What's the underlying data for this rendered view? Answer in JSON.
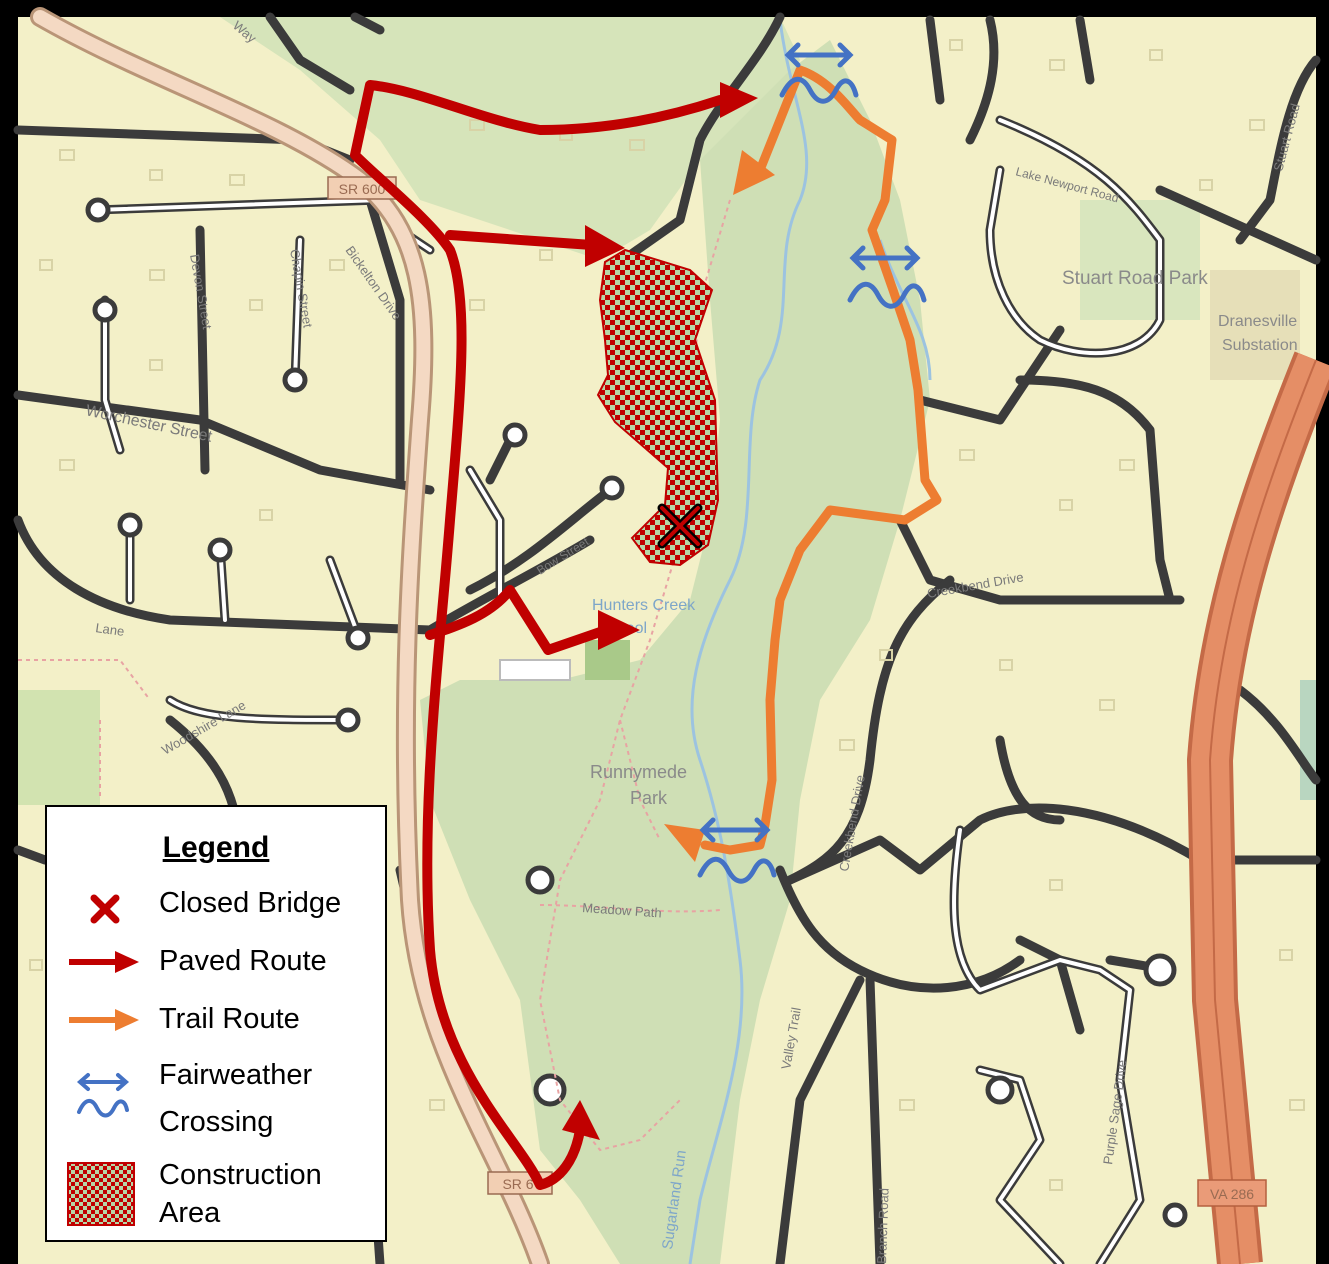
{
  "map": {
    "road_labels": {
      "sr600_north": "SR 600",
      "sr600_south": "SR 6",
      "va286": "VA 286",
      "bickelton": "Bickelton Drive",
      "devon": "Devon Street",
      "chapin": "Chapin Street",
      "worchester": "Worchester Street",
      "bow": "Bow Street",
      "lane_w": "Lane",
      "woodshire": "Woodshire Lane",
      "meadow": "Meadow Path",
      "creekbend_drive": "Creekbend Drive",
      "creekbend_drive_v": "Creekbend Drive",
      "lake_newport": "Lake Newport Road",
      "stuart_road": "Stuart Road",
      "purple_sage": "Purple Sage Drive",
      "branch_road": "Branch Road",
      "valley_trail": "Valley Trail",
      "way": "Way"
    },
    "place_labels": {
      "stuart_park": "Stuart Road Park",
      "dranesville_1": "Dranesville",
      "dranesville_2": "Substation",
      "hunters_1": "Hunters Creek",
      "hunters_2": "Pool",
      "runnymede_1": "Runnymede",
      "runnymede_2": "Park"
    },
    "water_labels": {
      "sugarland": "Sugarland Run"
    }
  },
  "legend": {
    "title": "Legend",
    "items": [
      {
        "label": "Closed Bridge",
        "icon": "x-icon"
      },
      {
        "label": "Paved Route",
        "icon": "red-arrow-icon"
      },
      {
        "label": "Trail Route",
        "icon": "orange-arrow-icon"
      },
      {
        "label": "Fairweather",
        "label2": "Crossing",
        "icon": "crossing-icon"
      },
      {
        "label": "Construction",
        "label2": "Area",
        "icon": "checker-icon"
      }
    ]
  },
  "colors": {
    "map_bg": "#f3f0c8",
    "park": "#cfdfb5",
    "paved_route": "#c00000",
    "trail_route": "#ed7d31",
    "crossing": "#4472c4",
    "construction_a": "#c00000",
    "construction_b": "#b6d7a8",
    "road_casing": "#3a3a3a",
    "highway": "#e08a62"
  }
}
